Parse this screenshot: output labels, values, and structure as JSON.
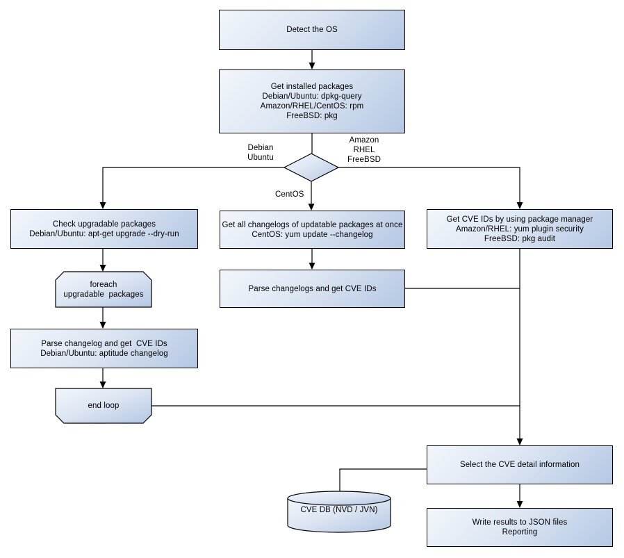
{
  "diagram": {
    "colors": {
      "background": "#ffffff",
      "node_fill_light": "#f2f6fb",
      "node_fill_dark": "#b4c7e3",
      "border": "#000000",
      "text": "#000000"
    },
    "nodes": {
      "detect_os": {
        "label": "Detect the OS"
      },
      "get_installed_packages": {
        "label": "Get installed packages\nDebian/Ubuntu: dpkg-query\nAmazon/RHEL/CentOS: rpm\nFreeBSD: pkg"
      },
      "os_decision": {
        "label": ""
      },
      "check_upgradable_packages": {
        "label": "Check upgradable packages\nDebian/Ubuntu: apt-get upgrade --dry-run"
      },
      "foreach_loop": {
        "label": "foreach\nupgradable  packages"
      },
      "parse_changelog_left": {
        "label": "Parse changelog and get  CVE IDs\nDebian/Ubuntu: aptitude changelog"
      },
      "end_loop": {
        "label": "end loop"
      },
      "get_all_changelogs": {
        "label": "Get all changelogs of updatable packages at once\nCentOS: yum update --changelog"
      },
      "parse_changelogs_mid": {
        "label": "Parse changelogs and get CVE IDs"
      },
      "get_cve_ids_right": {
        "label": "Get CVE IDs by using package manager\nAmazon/RHEL: yum plugin security\nFreeBSD: pkg audit"
      },
      "select_cve_detail": {
        "label": "Select the CVE detail information"
      },
      "write_results": {
        "label": "Write results to JSON files\nReporting"
      },
      "cve_db": {
        "label": "CVE DB (NVD / JVN)"
      }
    },
    "edge_labels": {
      "debian_ubuntu": "Debian\nUbuntu",
      "amazon_rhel_freebsd": "Amazon\nRHEL\nFreeBSD",
      "centos": "CentOS"
    },
    "edges": [
      {
        "from": "detect_os",
        "to": "get_installed_packages",
        "label": ""
      },
      {
        "from": "get_installed_packages",
        "to": "os_decision",
        "label": ""
      },
      {
        "from": "os_decision",
        "to": "check_upgradable_packages",
        "label": "Debian Ubuntu"
      },
      {
        "from": "os_decision",
        "to": "get_all_changelogs",
        "label": "CentOS"
      },
      {
        "from": "os_decision",
        "to": "get_cve_ids_right",
        "label": "Amazon RHEL FreeBSD"
      },
      {
        "from": "check_upgradable_packages",
        "to": "foreach_loop",
        "label": ""
      },
      {
        "from": "foreach_loop",
        "to": "parse_changelog_left",
        "label": ""
      },
      {
        "from": "parse_changelog_left",
        "to": "end_loop",
        "label": ""
      },
      {
        "from": "end_loop",
        "to": "select_cve_detail",
        "label": ""
      },
      {
        "from": "get_all_changelogs",
        "to": "parse_changelogs_mid",
        "label": ""
      },
      {
        "from": "parse_changelogs_mid",
        "to": "select_cve_detail",
        "label": ""
      },
      {
        "from": "get_cve_ids_right",
        "to": "select_cve_detail",
        "label": ""
      },
      {
        "from": "cve_db",
        "to": "select_cve_detail",
        "label": ""
      },
      {
        "from": "select_cve_detail",
        "to": "write_results",
        "label": ""
      }
    ]
  }
}
